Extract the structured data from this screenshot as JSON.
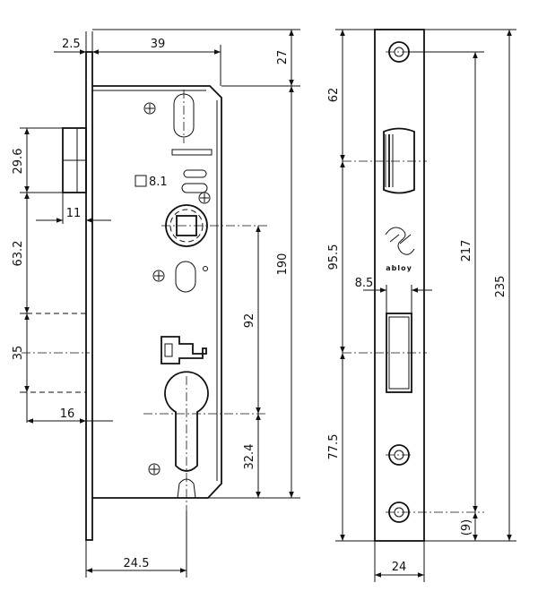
{
  "dimensions": {
    "faceplate_thickness": "2.5",
    "case_top_width": "39",
    "top_offset": "27",
    "latch_height": "29.6",
    "latch_projection": "11",
    "latch_to_spindle": "63.2",
    "bolt_height": "35",
    "bolt_projection": "16",
    "backset": "24.5",
    "case_height": "190",
    "spindle_to_cylinder": "92",
    "cylinder_to_bottom": "32.4",
    "spindle_square": "8.1",
    "plate_top_to_latch": "62",
    "latch_to_bolt": "95.5",
    "bolt_width": "8.5",
    "bolt_to_bottom_hole": "77.5",
    "hole_spacing": "217",
    "faceplate_length": "235",
    "bottom_hole_offset": "(9)",
    "faceplate_width": "24"
  },
  "logo": {
    "text": "abloy",
    "icon": "brand-logo-icon"
  }
}
